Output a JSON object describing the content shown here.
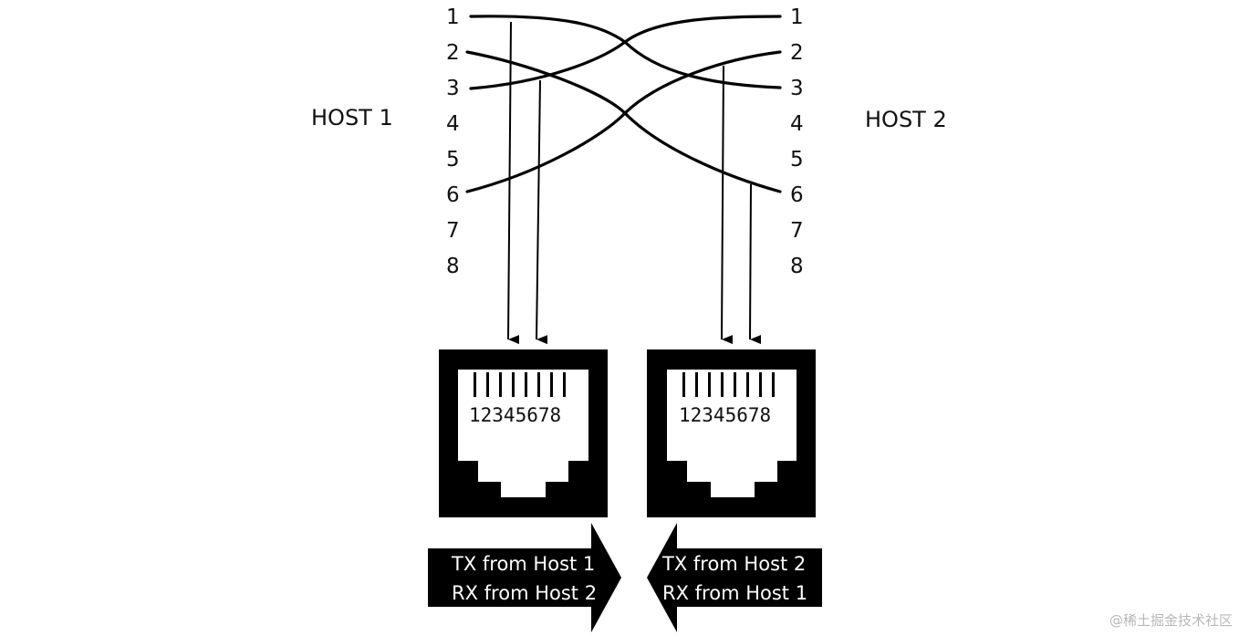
{
  "hosts": {
    "left": "HOST 1",
    "right": "HOST 2"
  },
  "pins": {
    "left": [
      "1",
      "2",
      "3",
      "4",
      "5",
      "6",
      "7",
      "8"
    ],
    "right": [
      "1",
      "2",
      "3",
      "4",
      "5",
      "6",
      "7",
      "8"
    ]
  },
  "crossover": [
    {
      "from_pin": 1,
      "to_pin": 3
    },
    {
      "from_pin": 2,
      "to_pin": 6
    },
    {
      "from_pin": 3,
      "to_pin": 1
    },
    {
      "from_pin": 6,
      "to_pin": 2
    }
  ],
  "jacks": {
    "left": {
      "pin_numbers": "12345678"
    },
    "right": {
      "pin_numbers": "12345678"
    }
  },
  "arrows": {
    "left": {
      "line1": "TX from Host 1",
      "line2": "RX from Host 2",
      "direction": "right"
    },
    "right": {
      "line1": "TX from Host 2",
      "line2": "RX from Host 1",
      "direction": "left"
    }
  },
  "watermark": "@稀土掘金技术社区",
  "colors": {
    "ink": "#000000",
    "background": "#ffffff",
    "watermark": "#b8b8b8"
  }
}
